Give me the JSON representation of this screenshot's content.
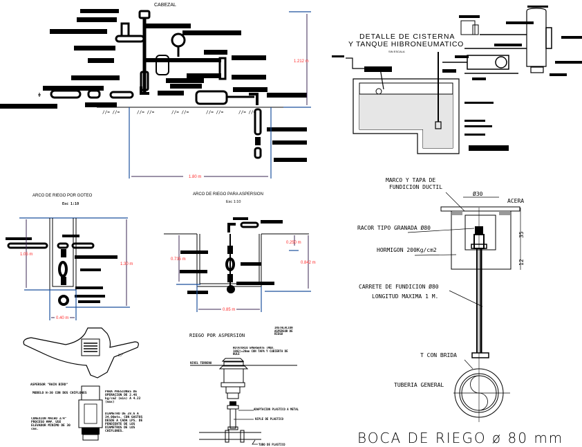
{
  "cabezal": {
    "title": "CABEZAL",
    "dim_height": "1.212 m",
    "dim_width": "1.80 m",
    "ground_symbol": "//= //="
  },
  "cisterna": {
    "title_line1": "DETALLE DE CISTERNA",
    "title_line2": "Y TANQUE HIBRONEUMATICO",
    "subtitle": "SIN ESCALA"
  },
  "goteo": {
    "title": "ARCO DE RIEGO POR GOTEO",
    "scale": "Esc 1:10",
    "dim_left": "1.05 m",
    "dim_right": "1.30 m",
    "dim_bottom": "0.40 m"
  },
  "aspersion_arc": {
    "title": "ARCO DE RIEGO PARA ASPERSION",
    "scale": "Esc 1:10",
    "dim_left": "0.735 m",
    "dim_small": "0.250 m",
    "dim_right": "0.842 m",
    "dim_bottom": "0.85 m"
  },
  "sprinkler": {
    "label_name": "ASPERSOR \"RAIN BIRD\"",
    "label_model": "MODELO H-30 CON DOS CHIFLONES",
    "label_connection": "CONEXION MACHO 3/4\" PROCESO ###. USE ELEVADOR MINIMO DE 30 cms.",
    "label_pressure": "PARA PRESIONES DE OPERACION DE 2.46 kg/cm2 (min) A 4.22 (max)",
    "label_diameter": "DIAMETRO DE 28.6 A 34.00mts. CON GASTOS DESDE A CADA LPS. DE PENDIENTE DE LOS DIAMETROS DE LOS CHIFLONES.",
    "angle_mark": "25°"
  },
  "riego_aspersion": {
    "title": "RIEGO POR ASPERSION",
    "side_note": "INSTALACION ASPERSOR DE RIEGO",
    "label_rotatorio": "ROTATORIO EMERGENTE (MOD. 1802)=20mm CON TAPA Y CUBIERTA DE HULE",
    "label_nivel": "NIVEL TERRENO",
    "label_adaptacion": "ADAPTACION PLASTICO A METAL",
    "label_niple": "NIPLE DE PLASTICO",
    "label_tubo": "TUBO DE PLASTICO"
  },
  "boca": {
    "label_marco": "MARCO Y TAPA DE",
    "label_marco2": "FUNDICION DUCTIL",
    "label_diam": "Ø30",
    "label_acera": "ACERA",
    "label_racor": "RACOR TIPO GRANADA Ø80",
    "label_hormigon": "HORMIGON 200Kg/cm2",
    "dim_35": "35",
    "dim_12": "12",
    "label_carrete": "CARRETE DE FUNDICION Ø80",
    "label_longitud": "LONGITUD MAXIMA 1 M.",
    "label_tbrida": "T CON BRIDA",
    "label_tuberia": "TUBERIA GENERAL",
    "title": "BOCA DE RIEGO ø 80 mm"
  }
}
